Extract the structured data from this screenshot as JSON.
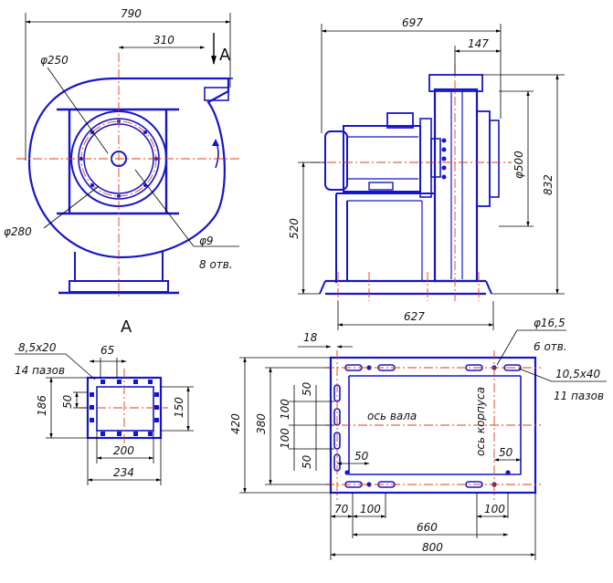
{
  "front_view": {
    "width": "790",
    "offset": "310",
    "section_marker": "A",
    "diameter_250": "φ250",
    "diameter_280": "φ280",
    "hole_diameter": "φ9",
    "hole_count": "8 отв."
  },
  "side_view": {
    "length": "697",
    "outlet": "147",
    "diameter_500": "φ500",
    "height": "832",
    "shaft_height": "520",
    "frame_length": "627"
  },
  "view_a": {
    "title": "A",
    "slot_size": "8,5x20",
    "slot_count": "14 пазов",
    "pitch_h": "65",
    "pitch_v": "50",
    "height_outer": "186",
    "height_inner": "150",
    "width_inner": "200",
    "width_outer": "234"
  },
  "base_plan": {
    "offset_18": "18",
    "hole_diameter": "φ16,5",
    "hole_count": "6 отв.",
    "slot_size": "10,5x40",
    "slot_count": "11 пазов",
    "shaft_axis": "ось вала",
    "housing_axis": "ось корпуса",
    "dim_420": "420",
    "dim_380": "380",
    "dim_50a": "50",
    "dim_100a": "100",
    "dim_100b": "100",
    "dim_50b": "50",
    "dim_50c": "50",
    "dim_50d": "50",
    "dim_70": "70",
    "dim_100c": "100",
    "dim_100d": "100",
    "dim_660": "660",
    "dim_800": "800"
  }
}
